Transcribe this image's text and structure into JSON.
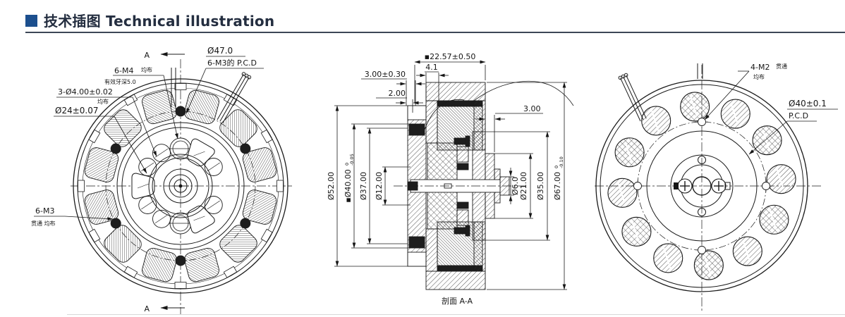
{
  "header": {
    "title_zh": "技术插图",
    "title_en": "Technical illustration",
    "accent_color": "#1c4f8e",
    "title_color": "#242e40"
  },
  "front_view": {
    "section_marker_top": "A",
    "section_marker_bottom": "A",
    "pcd_dia": "Ø47.0",
    "pcd_note": "6-M3的 P.C.D",
    "m4_label": "6-M4",
    "m4_note": "均布",
    "m4_depth": "有效牙深5.0",
    "holes_label": "3-Ø4.00±0.02",
    "holes_note": "均布",
    "dia24": "Ø24±0.07",
    "m3_label": "6-M3",
    "m3_note": "贯通 均布"
  },
  "section_view": {
    "caption": "剖面 A-A",
    "width_total": "▪22.57±0.50",
    "step": "4.1",
    "flange_t": "3.00±0.30",
    "lip_t": "2.00",
    "right_t": "3.00",
    "d52": "Ø52.00",
    "d40": "▪Ø40.00",
    "d40_tol_hi": "0",
    "d40_tol_lo": "-0.05",
    "d37": "Ø37.00",
    "d12": "Ø12.00",
    "d6": "Ø6.0",
    "d21": "Ø21.00",
    "d35": "Ø35.00",
    "d67": "Ø67.00",
    "d67_tol_hi": "0",
    "d67_tol_lo": "-0.10"
  },
  "back_view": {
    "m2_label": "4-M2",
    "m2_through": "贯通",
    "m2_note": "均布",
    "pcd": "Ø40±0.1",
    "pcd_note": "P.C.D"
  }
}
